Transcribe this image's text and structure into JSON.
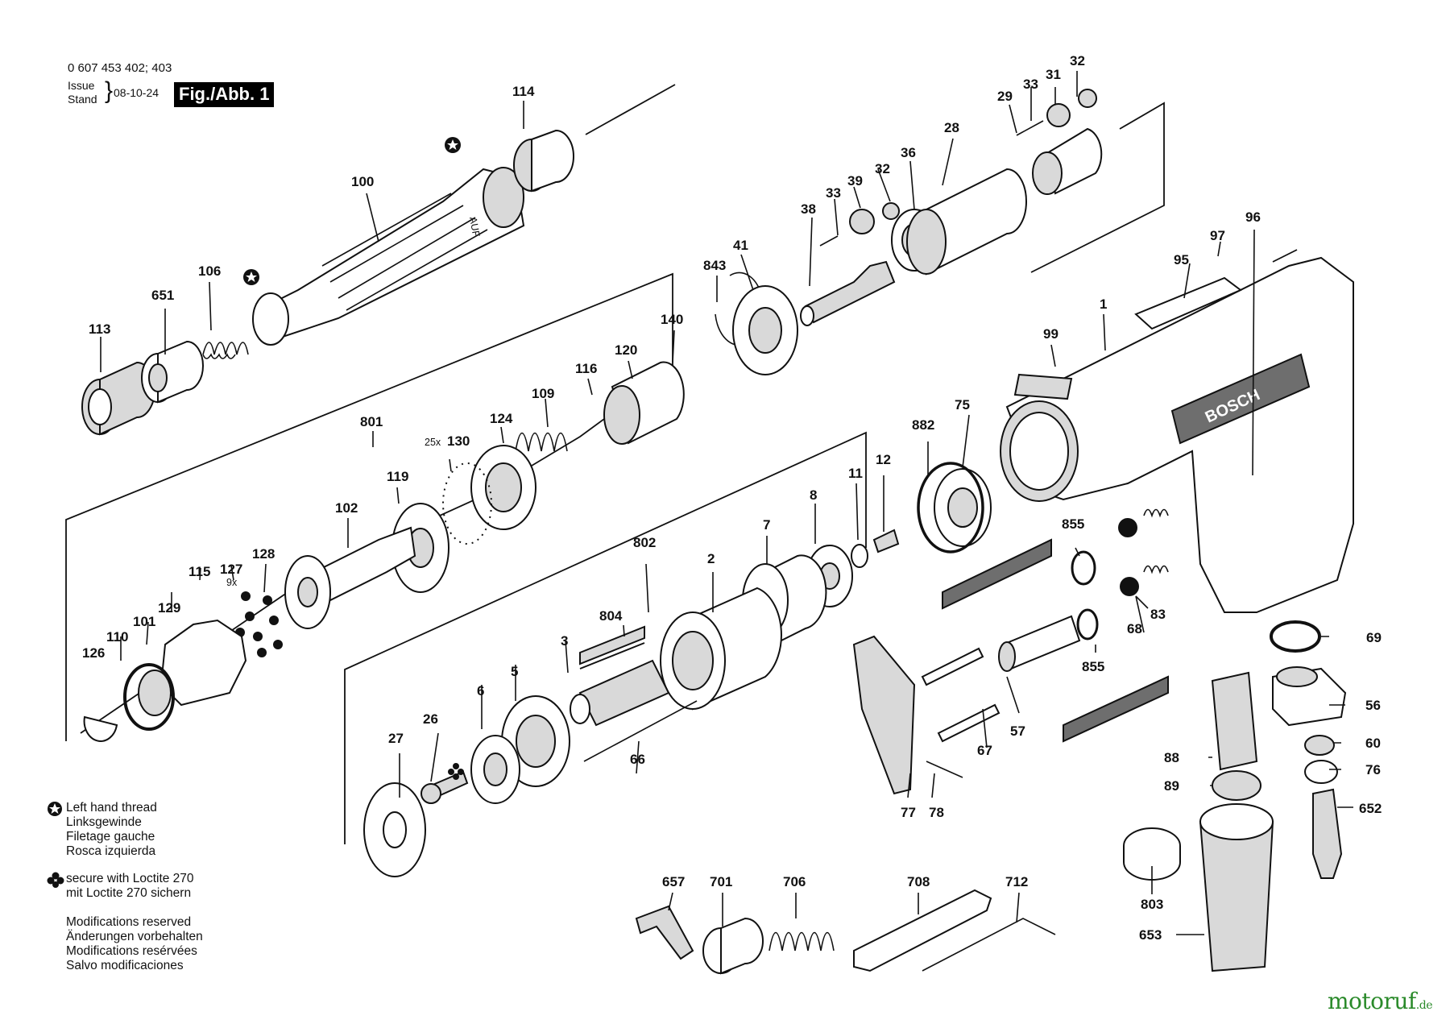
{
  "header": {
    "part_number": "0 607 453 402; 403",
    "issue_line1": "Issue",
    "issue_line2": "Stand",
    "date": "08-10-24",
    "figure_label": "Fig./Abb. 1"
  },
  "legend": {
    "left_thread_icon": "star-circle-icon",
    "left_thread": [
      "Left hand thread",
      "Linksgewinde",
      "Filetage gauche",
      "Rosca izquierda"
    ],
    "loctite_icon": "club-icon",
    "loctite": [
      "secure with Loctite 270",
      "mit Loctite 270 sichern"
    ],
    "modifications": [
      "Modifications reserved",
      "Änderungen vorbehalten",
      "Modifications resérvées",
      "Salvo modificaciones"
    ]
  },
  "brand_text": "BOSCH",
  "engraving": "AUF",
  "quantity_marks": [
    "25x",
    "9x"
  ],
  "watermark": {
    "name": "motoruf",
    "tld": ".de"
  },
  "part_labels": [
    "0 607 453 402; 403",
    "114",
    "32",
    "33",
    "31",
    "29",
    "28",
    "36",
    "100",
    "39",
    "32",
    "33",
    "38",
    "96",
    "97",
    "95",
    "106",
    "651",
    "843",
    "41",
    "113",
    "1",
    "140",
    "99",
    "120",
    "116",
    "109",
    "124",
    "801",
    "130",
    "882",
    "75",
    "119",
    "12",
    "102",
    "11",
    "8",
    "855",
    "7",
    "802",
    "2",
    "115",
    "127",
    "128",
    "129",
    "101",
    "110",
    "126",
    "804",
    "3",
    "5",
    "6",
    "83",
    "68",
    "69",
    "855",
    "56",
    "60",
    "76",
    "652",
    "57",
    "67",
    "66",
    "26",
    "27",
    "88",
    "89",
    "77",
    "78",
    "803",
    "653",
    "657",
    "701",
    "706",
    "708",
    "712"
  ]
}
